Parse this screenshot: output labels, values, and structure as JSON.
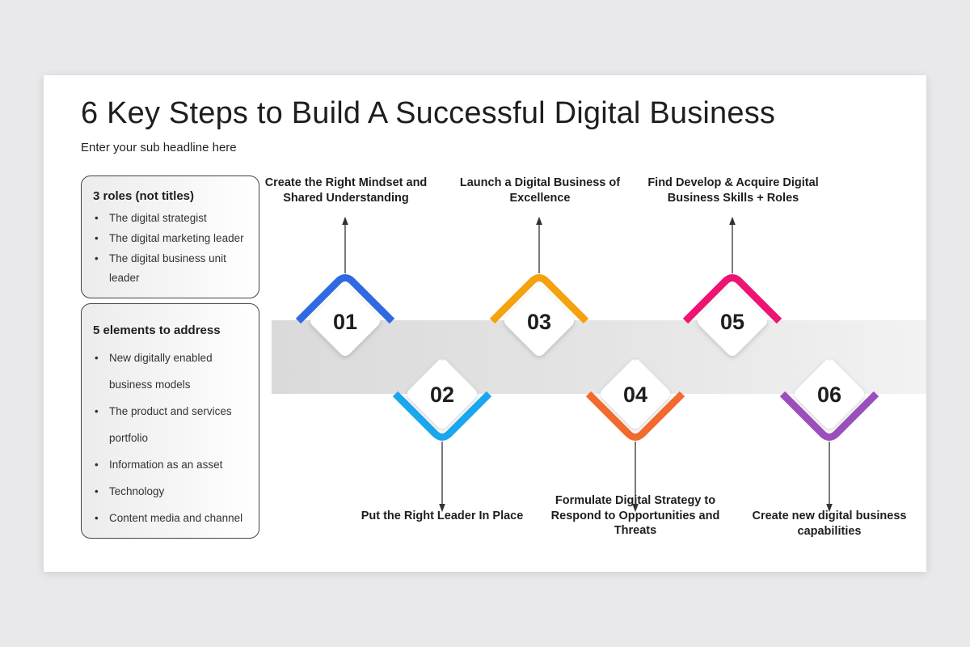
{
  "title": "6 Key Steps to Build A Successful Digital Business",
  "subtitle": "Enter your sub headline here",
  "roles": {
    "heading": "3 roles (not titles)",
    "items": [
      "The digital strategist",
      "The digital marketing leader",
      "The digital business unit leader"
    ]
  },
  "elements": {
    "heading": "5 elements to address",
    "items": [
      "New digitally enabled business models",
      "The product and services portfolio",
      "Information as an asset",
      "Technology",
      "Content media and channel"
    ]
  },
  "steps": [
    {
      "number": "01",
      "color": "#2f6ae0",
      "label": "Create the Right Mindset and Shared Understanding"
    },
    {
      "number": "02",
      "color": "#1aa7ee",
      "label": "Put the Right Leader In Place"
    },
    {
      "number": "03",
      "color": "#f5a20f",
      "label": "Launch a Digital Business of Excellence"
    },
    {
      "number": "04",
      "color": "#f26a2e",
      "label": "Formulate Digital Strategy to Respond to Opportunities and Threats"
    },
    {
      "number": "05",
      "color": "#ec1574",
      "label": "Find Develop & Acquire Digital Business Skills + Roles"
    },
    {
      "number": "06",
      "color": "#9b4fbd",
      "label": "Create new digital business capabilities"
    }
  ]
}
